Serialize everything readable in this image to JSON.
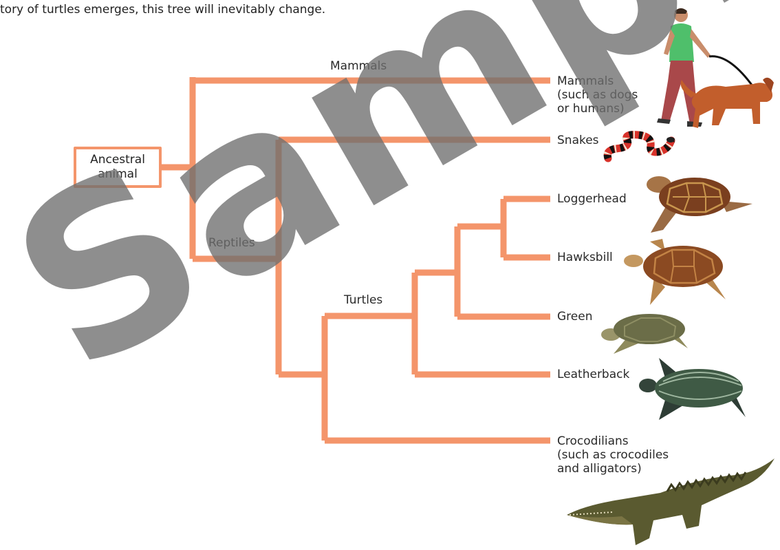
{
  "intro_text": "tory of turtles emerges, this tree will inevitably change.",
  "root_label": "Ancestral\nanimal",
  "clade_labels": {
    "mammals": "Mammals",
    "reptiles": "Reptiles",
    "turtles": "Turtles"
  },
  "tips": [
    {
      "id": "mammals",
      "label": "Mammals\n(such as dogs\nor humans)",
      "icon": "human-walking-dog-icon"
    },
    {
      "id": "snakes",
      "label": "Snakes",
      "icon": "snake-icon"
    },
    {
      "id": "loggerhead",
      "label": "Loggerhead",
      "icon": "loggerhead-turtle-icon"
    },
    {
      "id": "hawksbill",
      "label": "Hawksbill",
      "icon": "hawksbill-turtle-icon"
    },
    {
      "id": "green",
      "label": "Green",
      "icon": "green-turtle-icon"
    },
    {
      "id": "leatherback",
      "label": "Leatherback",
      "icon": "leatherback-turtle-icon"
    },
    {
      "id": "crocodilians",
      "label": "Crocodilians\n(such as crocodiles\nand alligators)",
      "icon": "crocodile-icon"
    }
  ],
  "watermark": "Sample",
  "colors": {
    "branch": "#f4956b",
    "text": "#2a2a2a",
    "watermark": "#6e6e6e"
  }
}
